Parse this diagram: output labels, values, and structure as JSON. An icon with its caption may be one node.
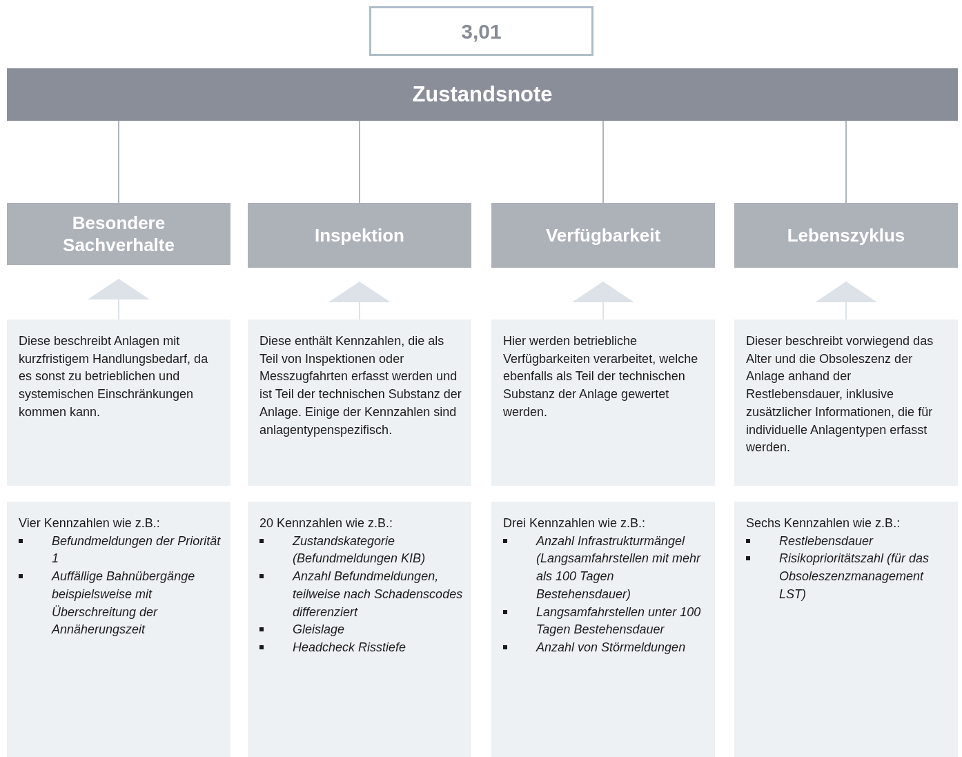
{
  "diagram": {
    "nodes": [
      {
        "text": [
          "3,01"
        ]
      },
      {
        "text": [
          "Zustandsnote"
        ]
      },
      {
        "text": [
          "Besondere Sachverhalte"
        ]
      },
      {
        "text": [
          "Inspektion"
        ]
      },
      {
        "text": [
          "Verfügbarkeit"
        ]
      },
      {
        "text": [
          "Lebenszyklus"
        ]
      },
      {
        "text": [
          "Diese beschreibt Anlagen mit kurzfristigem Handlungsbedarf, da es sonst zu betrieblichen und systemischen Einschränkungen kommen kann."
        ]
      },
      {
        "text": [
          "Diese enthält Kennzahlen, die als Teil von Inspektionen oder Messzugfahrten erfasst werden und ist Teil der technischen Substanz der Anlage. Einige der Kennzahlen sind anlagentypenspezifisch."
        ]
      },
      {
        "text": [
          "Hier werden betriebliche Verfügbarkeiten verarbeitet, welche ebenfalls als Teil der technischen Substanz der Anlage gewertet werden."
        ]
      },
      {
        "text": [
          "Dieser beschreibt vorwiegend das Alter und die Obsoleszenz der Anlage anhand der Restlebensdauer, inklusive zusätzlicher Informationen, die für individuelle Anlagentypen erfasst werden."
        ]
      },
      {
        "text": [
          "Vier Kennzahlen wie z.B.:",
          "Befundmeldungen der Priorität 1",
          "Auffällige Bahnübergänge beispielsweise mit Überschreitung der Annäherungszeit"
        ]
      },
      {
        "text": [
          "20 Kennzahlen wie z.B.:",
          "Zustandskategorie (Befundmeldungen KIB)",
          "Anzahl Befundmeldungen, teilweise nach Schadenscodes differenziert",
          "Gleislage",
          "Headcheck Risstiefe"
        ]
      },
      {
        "text": [
          "Drei Kennzahlen wie z.B.:",
          "Anzahl Infrastrukturmängel (Langsamfahrstellen mit mehr als 100 Tagen Bestehensdauer)",
          "Langsamfahrstellen unter 100 Tagen Bestehensdauer",
          "Anzahl von Störmeldungen"
        ]
      },
      {
        "text": [
          "Sechs Kennzahlen wie z.B.:",
          "Restlebensdauer",
          "Risikoprioritätszahl (für das Obsoleszenzmanagement LST)"
        ]
      }
    ],
    "edges": [
      {
        "from": 1,
        "to": 2,
        "arrow": "none"
      },
      {
        "from": 1,
        "to": 3,
        "arrow": "none"
      },
      {
        "from": 1,
        "to": 4,
        "arrow": "none"
      },
      {
        "from": 1,
        "to": 5,
        "arrow": "none"
      },
      {
        "from": 6,
        "to": 2,
        "arrow": "to"
      },
      {
        "from": 7,
        "to": 3,
        "arrow": "to"
      },
      {
        "from": 8,
        "to": 4,
        "arrow": "to"
      },
      {
        "from": 9,
        "to": 5,
        "arrow": "to"
      }
    ]
  }
}
